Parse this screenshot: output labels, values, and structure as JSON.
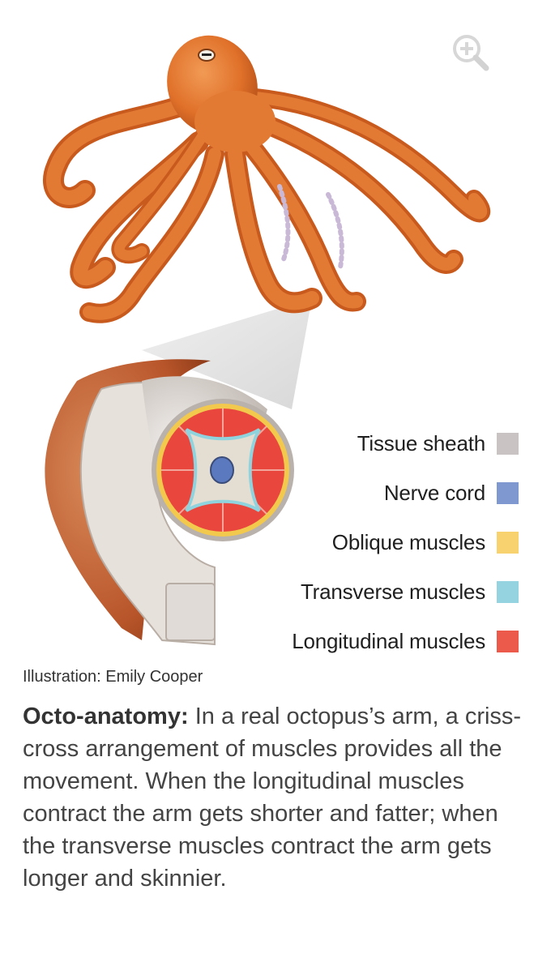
{
  "legend": [
    {
      "label": "Tissue sheath",
      "color": "#c9c3c3"
    },
    {
      "label": "Nerve cord",
      "color": "#7f98d0"
    },
    {
      "label": "Oblique muscles",
      "color": "#f7d26f"
    },
    {
      "label": "Transverse muscles",
      "color": "#94d3df"
    },
    {
      "label": "Longitudinal muscles",
      "color": "#ec5a4c"
    }
  ],
  "credit": "Illustration: Emily Cooper",
  "caption": {
    "lead": "Octo-anatomy:",
    "body": " In a real octopus’s arm, a criss-cross arrangement of muscles provides all the movement. When the longitudinal muscles contract the arm gets shorter and fatter; when the transverse muscles contract the arm gets longer and skinnier."
  },
  "icons": {
    "zoom": "zoom-in-icon"
  },
  "colors": {
    "octopus": "#e0712a",
    "octopus_dark": "#a94413",
    "sheath": "#cfc8c2",
    "background": "#ffffff"
  }
}
